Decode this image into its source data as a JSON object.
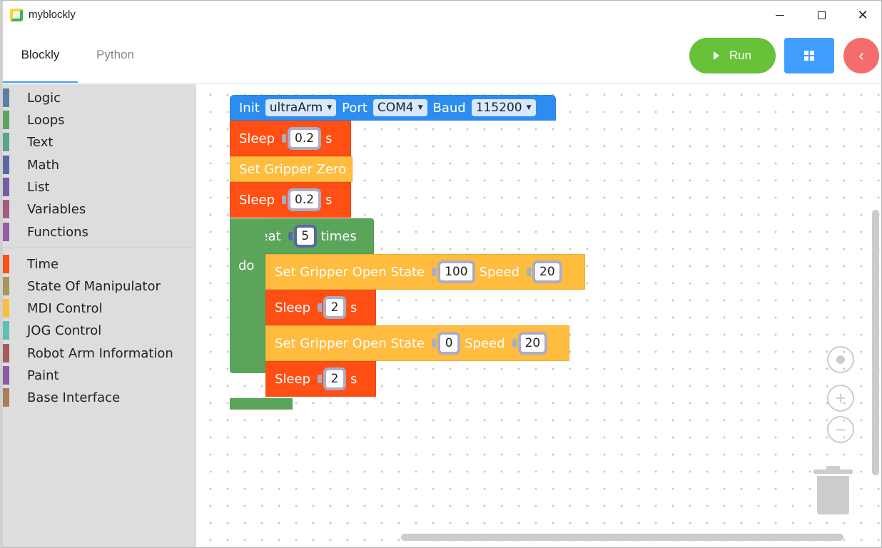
{
  "window": {
    "title": "myblockly",
    "minimize_icon": "minimize-icon",
    "maximize_icon": "maximize-icon",
    "close_icon": "close-icon",
    "close_glyph": "✕"
  },
  "tabs": [
    {
      "label": "Blockly",
      "active": true
    },
    {
      "label": "Python",
      "active": false
    }
  ],
  "toolbar": {
    "run_label": "Run",
    "run_color": "#67c23a",
    "grid_color": "#409eff",
    "back_glyph": "‹",
    "back_color": "#f56c6c"
  },
  "categories": [
    {
      "label": "Logic",
      "color": "#5b80a5"
    },
    {
      "label": "Loops",
      "color": "#5ba55b"
    },
    {
      "label": "Text",
      "color": "#5ba58c"
    },
    {
      "label": "Math",
      "color": "#5b67a5"
    },
    {
      "label": "List",
      "color": "#745ba5"
    },
    {
      "label": "Variables",
      "color": "#a55b80"
    },
    {
      "label": "Functions",
      "color": "#995ba5"
    },
    {
      "label": "Time",
      "color": "#ff4f14"
    },
    {
      "label": "State Of Manipulator",
      "color": "#a5975b"
    },
    {
      "label": "MDI Control",
      "color": "#ffbc3f"
    },
    {
      "label": "JOG Control",
      "color": "#5bc0b5"
    },
    {
      "label": "Robot Arm Information",
      "color": "#a55b5b"
    },
    {
      "label": "Paint",
      "color": "#8a5ba5"
    },
    {
      "label": "Base Interface",
      "color": "#a5805b"
    }
  ],
  "blocks": {
    "init": {
      "label": "Init",
      "device": "ultraArm",
      "port_label": "Port",
      "port": "COM4",
      "baud_label": "Baud",
      "baud": "115200"
    },
    "sleep1": {
      "label": "Sleep",
      "value": "0.2",
      "unit": "s"
    },
    "gripper_zero": {
      "label": "Set Gripper Zero"
    },
    "sleep2": {
      "label": "Sleep",
      "value": "0.2",
      "unit": "s"
    },
    "repeat": {
      "label": "repeat",
      "count": "5",
      "times_label": "times",
      "do_label": "do"
    },
    "gripper1": {
      "label": "Set Gripper Open State",
      "value": "100",
      "speed_label": "Speed",
      "speed": "20"
    },
    "sleep3": {
      "label": "Sleep",
      "value": "2",
      "unit": "s"
    },
    "gripper2": {
      "label": "Set Gripper Open State",
      "value": "0",
      "speed_label": "Speed",
      "speed": "20"
    },
    "sleep4": {
      "label": "Sleep",
      "value": "2",
      "unit": "s"
    }
  },
  "workspace_controls": {
    "center_icon": "center-icon",
    "zoom_in_glyph": "+",
    "zoom_out_glyph": "−",
    "trash_icon": "trash-icon"
  }
}
